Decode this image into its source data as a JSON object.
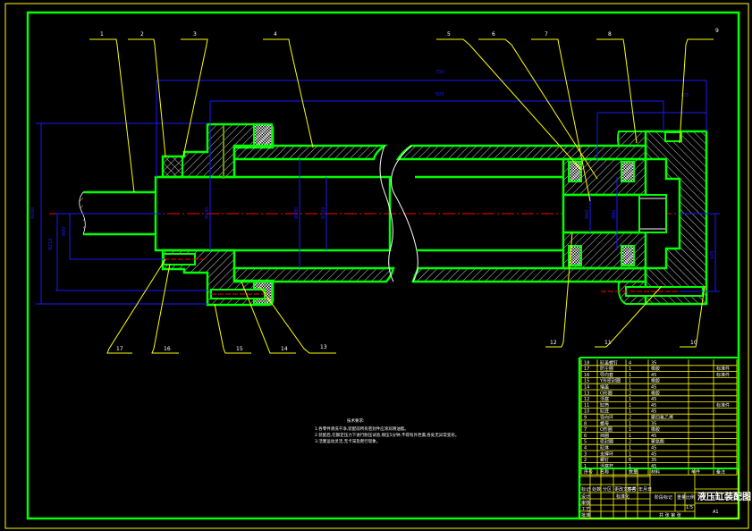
{
  "drawing": {
    "title": "液压缸装配图",
    "sheet_size": "A1",
    "colors": {
      "background": "#000000",
      "outline": "#00ff00",
      "leader": "#ffff00",
      "dimension": "#1a1aff",
      "centerline": "#ff0000",
      "hatch": "#ffffff",
      "outer_border": "#ffff00"
    }
  },
  "part_labels_top": [
    "1",
    "2",
    "3",
    "4",
    "5",
    "6",
    "7",
    "8",
    "9"
  ],
  "part_labels_bottom": [
    "17",
    "16",
    "15",
    "14",
    "13",
    "12",
    "11",
    "10"
  ],
  "dimensions": {
    "overall_length": "730",
    "stroke": "500",
    "end_cap": "105",
    "left_outer": "Φ260",
    "left_mid": "Φ210",
    "left_inner": "Φ90",
    "rod_d1": "Φ140",
    "bore_d": "Φ180",
    "bore_d2": "Φ160",
    "piston_rod": "Φ60",
    "piston_rod2": "Φ80",
    "right_height": "105"
  },
  "technical_requirements": {
    "heading": "技术要求:",
    "lines": [
      "1.各零件清洗干净,装配前所有密封件应涂润滑油脂。",
      "2.装配后,在额定压力下进行耐压试验,保压5分钟,不得有外泄漏,各处无异常变形。",
      "3.活塞运动灵活,无卡滞及爬行现象。"
    ]
  },
  "bom": {
    "rows": [
      [
        "18",
        "缸盖螺钉",
        "4",
        "35",
        "",
        ""
      ],
      [
        "17",
        "防尘圈",
        "1",
        "橡胶",
        "",
        "标准件"
      ],
      [
        "16",
        "导向套",
        "1",
        "45",
        "",
        "标准件"
      ],
      [
        "15",
        "Y形密封圈",
        "1",
        "橡胶",
        "",
        ""
      ],
      [
        "14",
        "端盖",
        "1",
        "45",
        "",
        ""
      ],
      [
        "13",
        "O形圈",
        "2",
        "橡胶",
        "",
        ""
      ],
      [
        "12",
        "活塞",
        "1",
        "45",
        "",
        ""
      ],
      [
        "11",
        "缸筒",
        "1",
        "45",
        "",
        "标准件"
      ],
      [
        "10",
        "缸底",
        "1",
        "45",
        "",
        ""
      ],
      [
        "9",
        "导向环",
        "2",
        "聚四氟乙烯",
        "",
        ""
      ],
      [
        "8",
        "螺母",
        "1",
        "35",
        "",
        ""
      ],
      [
        "7",
        "O形圈",
        "1",
        "橡胶",
        "",
        ""
      ],
      [
        "6",
        "挡圈",
        "1",
        "45",
        "",
        ""
      ],
      [
        "5",
        "密封圈",
        "2",
        "聚氨酯",
        "",
        ""
      ],
      [
        "4",
        "缸体",
        "1",
        "45",
        "",
        ""
      ],
      [
        "3",
        "支撑环",
        "1",
        "45",
        "",
        ""
      ],
      [
        "2",
        "螺钉",
        "6",
        "35",
        "",
        ""
      ],
      [
        "1",
        "活塞杆",
        "1",
        "45",
        "",
        ""
      ]
    ],
    "header": [
      "序号",
      "名称",
      "数量",
      "材料",
      "单件",
      "备注"
    ]
  },
  "title_block": {
    "sign_row": [
      "标记",
      "处数",
      "分区",
      "更改文件号",
      "签名",
      "年月日"
    ],
    "design": "设计",
    "check": "审核",
    "process": "工艺",
    "approve": "批准",
    "std": "标准化",
    "stage_label": "阶段标记",
    "weight_label": "重量",
    "scale_label": "比例",
    "scale_value": "1:5",
    "sheets": "共 张 第 张",
    "drawing_name": "液压缸装配图",
    "code": "A1"
  }
}
